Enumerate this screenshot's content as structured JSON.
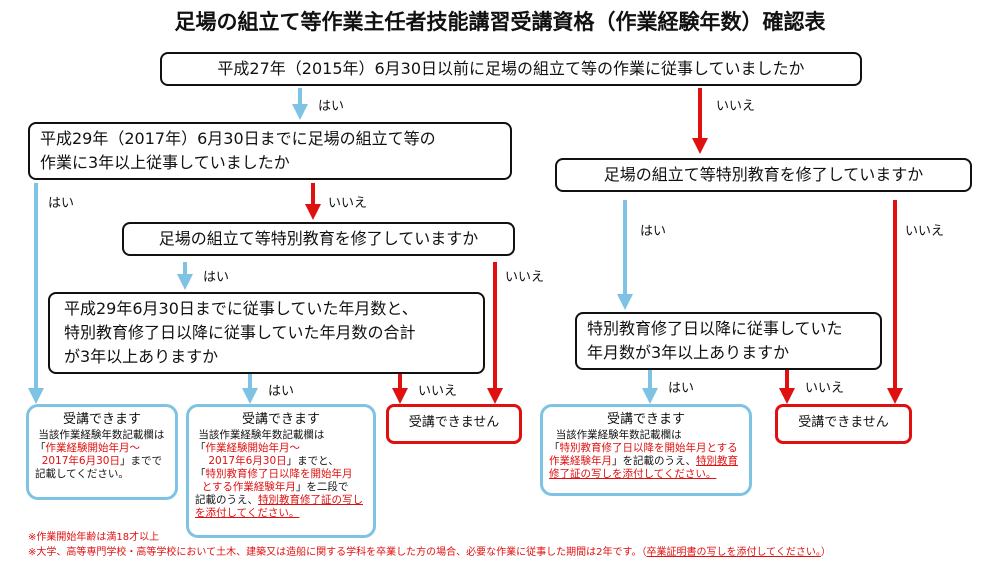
{
  "title": "足場の組立て等作業主任者技能講習受講資格（作業経験年数）確認表",
  "labels": {
    "yes": "はい",
    "no": "いいえ"
  },
  "questions": {
    "q1": "平成27年（2015年）6月30日以前に足場の組立て等の作業に従事していましたか",
    "q2_line1": "平成29年（2017年）6月30日までに足場の組立て等の",
    "q2_line2": "作業に3年以上従事していましたか",
    "q3_left": "足場の組立て等特別教育を修了していますか",
    "q3_right": "足場の組立て等特別教育を修了していますか",
    "q4_line1": "平成29年6月30日までに従事していた年月数と、",
    "q4_line2": "特別教育修了日以降に従事していた年月数の合計",
    "q4_line3": "が3年以上ありますか",
    "q5_line1": "特別教育修了日以降に従事していた",
    "q5_line2": "年月数が3年以上ありますか"
  },
  "results": {
    "can": "受講できます",
    "cannot": "受講できません",
    "r1": {
      "a": "当該作業経験年数記載欄は",
      "b": "「",
      "c": "作業経験開始年月～",
      "d": "2017年6月30日",
      "e": "」までで",
      "f": "記載してください。"
    },
    "r2": {
      "a": "当該作業経験年数記載欄は",
      "b": "「",
      "c": "作業経験開始年月～",
      "d": "2017年6月30日",
      "e": "」までと、",
      "f": "「",
      "g": "特別教育修了日以降を開始年月",
      "h": "とする作業経験年月",
      "i": "」を二段で",
      "j": "記載のうえ、",
      "k": "特別教育修了証の写し",
      "l": "を添付してください。"
    },
    "r4": {
      "a": "当該作業経験年数記載欄は",
      "b": "「",
      "c": "特別教育修了日以降を開始年月とする",
      "d": "作業経験年月",
      "e": "」を記載のうえ、",
      "f": "特別教育",
      "g": "修了証の写しを添付してください。"
    }
  },
  "notes": {
    "n1": "※作業開始年齢は満18才以上",
    "n2": "※大学、高等専門学校・高等学校において土木、建築又は造船に関する学科を卒業した方の場合、必要な作業に従事した期間は2年です。（",
    "n2_link": "卒業証明書の写しを添付してください。",
    "n2_end": "）"
  },
  "colors": {
    "yes": "#7ec3e3",
    "no": "#e01010"
  }
}
